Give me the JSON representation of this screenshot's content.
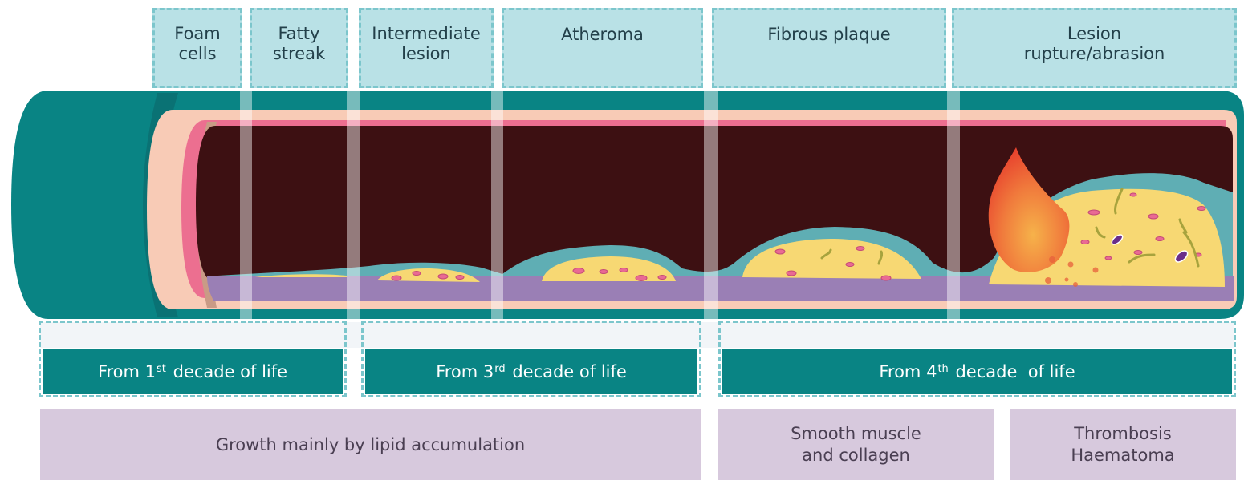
{
  "stages": [
    {
      "id": "foam",
      "label": "Foam\ncells"
    },
    {
      "id": "fatty",
      "label": "Fatty\nstreak"
    },
    {
      "id": "intermediate",
      "label": "Intermediate\nlesion"
    },
    {
      "id": "atheroma",
      "label": "Atheroma"
    },
    {
      "id": "fibrous",
      "label": "Fibrous plaque"
    },
    {
      "id": "rupture",
      "label": "Lesion\nrupture/abrasion"
    }
  ],
  "decades": [
    {
      "prefix": "From 1",
      "sup": "st",
      "suffix": " decade of life"
    },
    {
      "prefix": "From 3",
      "sup": "rd",
      "suffix": " decade of life"
    },
    {
      "prefix": "From 4",
      "sup": "th",
      "suffix": " decade  of life"
    }
  ],
  "growth": [
    {
      "label": "Growth mainly by lipid accumulation"
    },
    {
      "label": "Smooth muscle\nand collagen"
    },
    {
      "label": "Thrombosis\nHaematoma"
    }
  ],
  "colors": {
    "teal": "#098484",
    "light_teal": "#b9e1e6",
    "dashed": "#7cc6cc",
    "lumen": "#3d1012",
    "intima_pink": "#ec6f90",
    "media_peach": "#f8cbb6",
    "lipid_yellow": "#f7d873",
    "purple_layer": "#9a7fb5",
    "lavender_box": "#d7c9dd"
  }
}
